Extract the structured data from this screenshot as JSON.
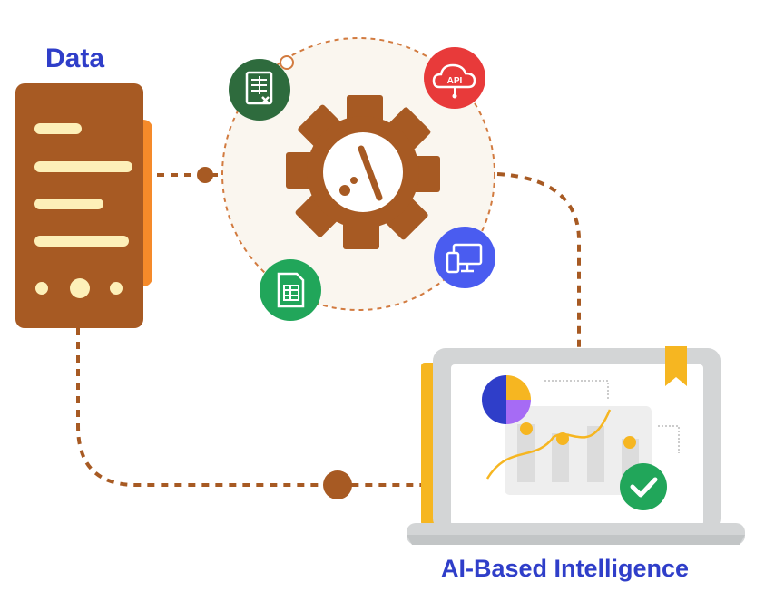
{
  "labels": {
    "data": "Data",
    "ai": "AI-Based Intelligence"
  },
  "icons": {
    "spreadsheet_x": "excel-file-icon",
    "api": "api-cloud-icon",
    "devices": "desktop-mobile-icon",
    "sheet": "google-sheet-icon",
    "logo": "gear-logo-icon",
    "check": "check-icon"
  },
  "api_badge_text": "API",
  "colors": {
    "brown": "#a75a23",
    "orange_accent": "#f58a2a",
    "label_blue": "#2f3ec9",
    "green_dark": "#2e6b3d",
    "red": "#e83a3a",
    "blue": "#4a5cf0",
    "green": "#21a65a",
    "yellow": "#f6b621",
    "gray": "#d3d5d6"
  }
}
